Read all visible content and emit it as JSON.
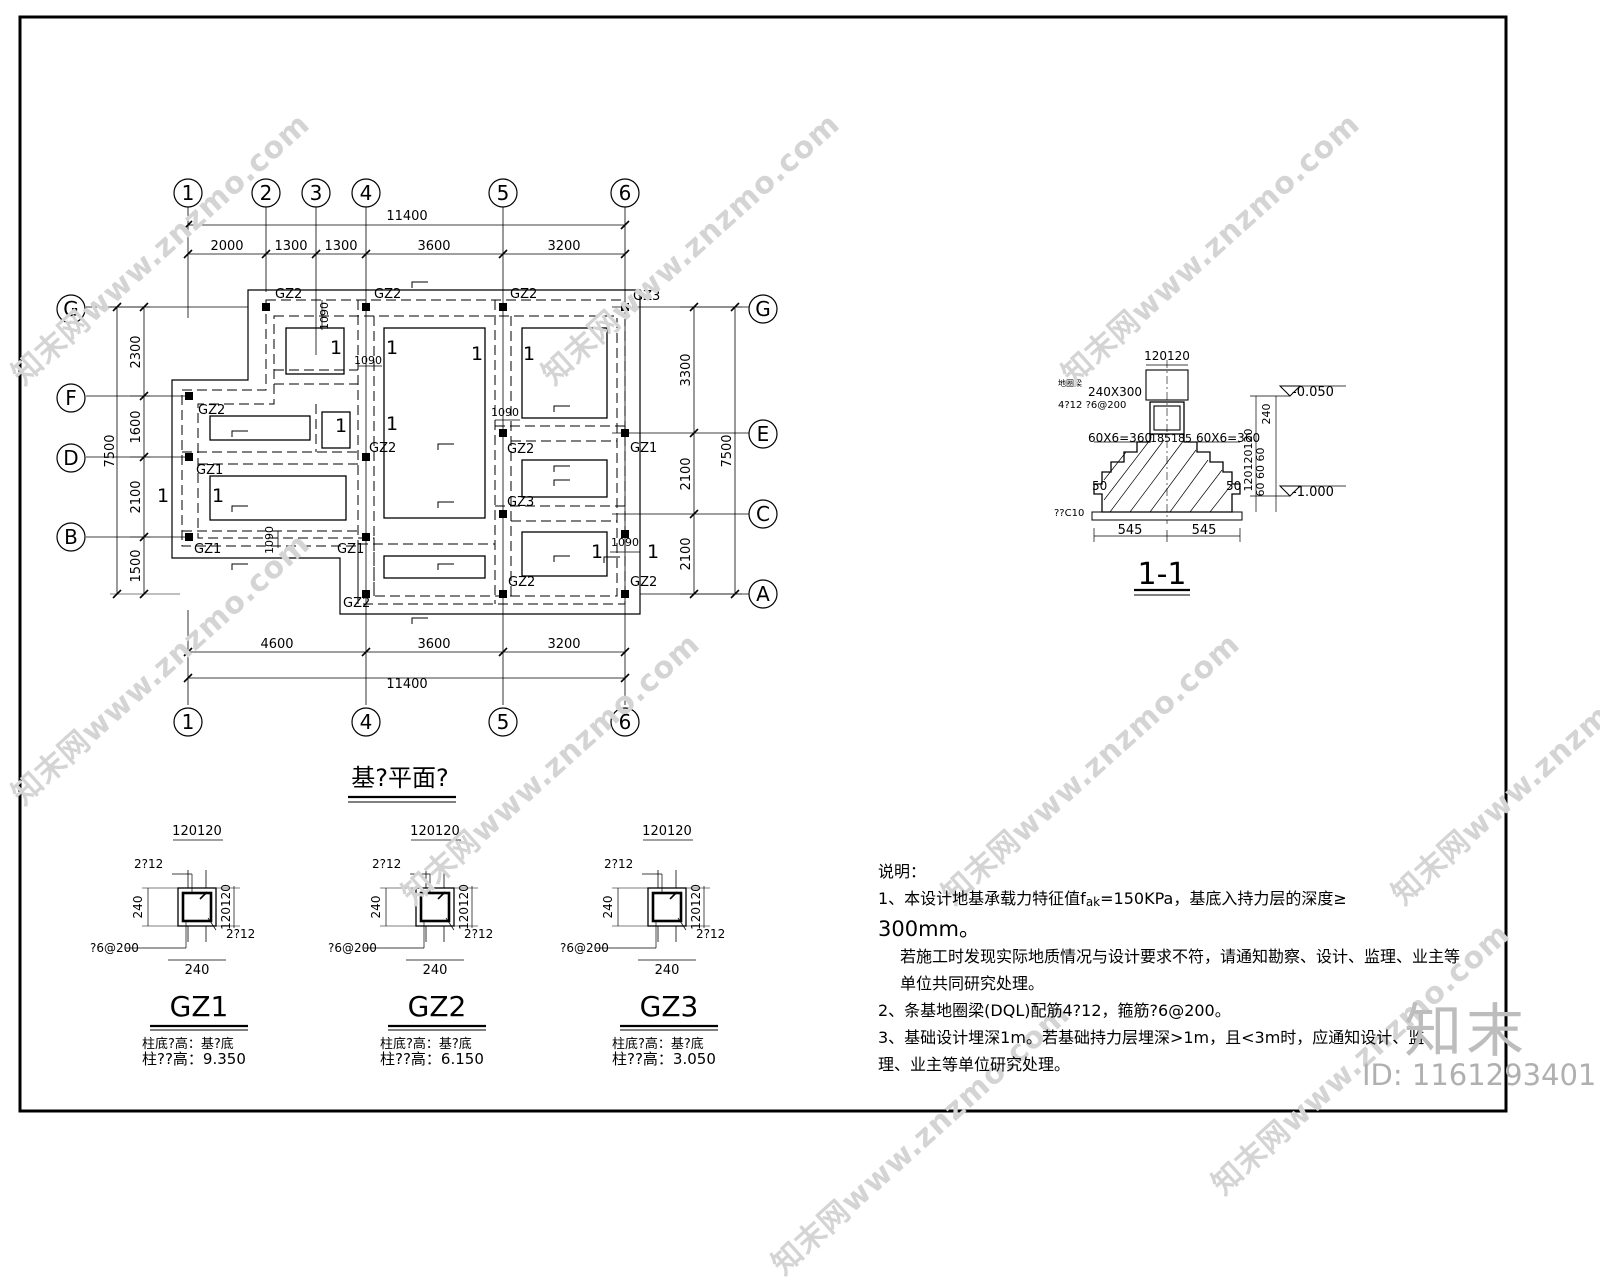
{
  "plan": {
    "title": "基?平面?",
    "axes_top": [
      "1",
      "2",
      "3",
      "4",
      "5",
      "6"
    ],
    "axes_bottom": [
      "1",
      "4",
      "5",
      "6"
    ],
    "axes_left": [
      "G",
      "F",
      "D",
      "B"
    ],
    "axes_right": [
      "G",
      "E",
      "C",
      "A"
    ],
    "dim_top_total": "11400",
    "dim_top": [
      "2000",
      "1300",
      "1300",
      "3600",
      "3200"
    ],
    "dim_bottom": [
      "4600",
      "3600",
      "3200"
    ],
    "dim_bottom_total": "11400",
    "dim_left": [
      "2300",
      "1600",
      "2100",
      "1500"
    ],
    "dim_left_total": "7500",
    "dim_right": [
      "3300",
      "2100",
      "2100"
    ],
    "dim_right_total": "7500",
    "inner_dims": [
      "1090",
      "1090",
      "1090",
      "1090",
      "1090"
    ],
    "gz_labels": [
      "GZ2",
      "GZ2",
      "GZ2",
      "GZ3",
      "GZ2",
      "GZ1",
      "GZ1",
      "GZ2",
      "GZ2",
      "GZ3",
      "GZ1",
      "GZ1",
      "GZ2",
      "GZ2",
      "GZ2"
    ],
    "cut_mark": "1"
  },
  "section": {
    "title": "1-1",
    "beam_label_1": "地圈梁",
    "beam_size": "240X300",
    "beam_rebar": "4?12  ?6@200",
    "wall_dim": "120120",
    "step_left": "60X6=360",
    "step_mid": "185185",
    "step_right": "60X6=360",
    "elev_top": "-0.050",
    "elev_bottom": "-1.000",
    "dim_240": "240",
    "dim_stack": "120120120",
    "dim_stack2": "60 60 60",
    "dim_50a": "50",
    "dim_50b": "50",
    "cushion": "??C10",
    "base_left": "545",
    "base_right": "545"
  },
  "columns": [
    {
      "name": "GZ1",
      "top_dim": "120120",
      "rebar_top": "2?12",
      "rebar_bot": "2?12",
      "stirrup": "?6@200",
      "side_dim": "240",
      "right_dim": "120120",
      "bottom_dim": "240",
      "note1": "柱底?高：基?底",
      "note2": "柱??高：9.350"
    },
    {
      "name": "GZ2",
      "top_dim": "120120",
      "rebar_top": "2?12",
      "rebar_bot": "2?12",
      "stirrup": "?6@200",
      "side_dim": "240",
      "right_dim": "120120",
      "bottom_dim": "240",
      "note1": "柱底?高：基?底",
      "note2": "柱??高：6.150"
    },
    {
      "name": "GZ3",
      "top_dim": "120120",
      "rebar_top": "2?12",
      "rebar_bot": "2?12",
      "stirrup": "?6@200",
      "side_dim": "240",
      "right_dim": "120120",
      "bottom_dim": "240",
      "note1": "柱底?高：基?底",
      "note2": "柱??高：3.050"
    }
  ],
  "notes": {
    "heading": "说明：",
    "n1_pre": "1、本设计地基承载力特征值f",
    "n1_sub": "ak",
    "n1_post": "=150KPa，基底入持力层的深度≥",
    "n1_cont": "300mm。",
    "n1_b": "若施工时发现实际地质情况与设计要求不符，请通知勘察、设计、监理、业主等",
    "n1_c": "单位共同研究处理。",
    "n2": "2、条基地圈梁(DQL)配筋4?12，箍筋?6@200。",
    "n3": "3、基础设计埋深1m。若基础持力层埋深>1m，且<3m时，应通知设计、监",
    "n3_b": "理、业主等单位研究处理。"
  },
  "watermarks": [
    "知末网www.znzmo.com",
    "知末网www.znzmo.com",
    "知末网www.znzmo.com",
    "知末网www.znzmo.com",
    "知末网www.znzmo.com",
    "知末网www.znzmo.com",
    "知末网www.znzmo.com",
    "知末网www.znzmo.com",
    "知末网www.znzmo.com"
  ],
  "brand": "知末",
  "id_text": "ID: 1161293401"
}
